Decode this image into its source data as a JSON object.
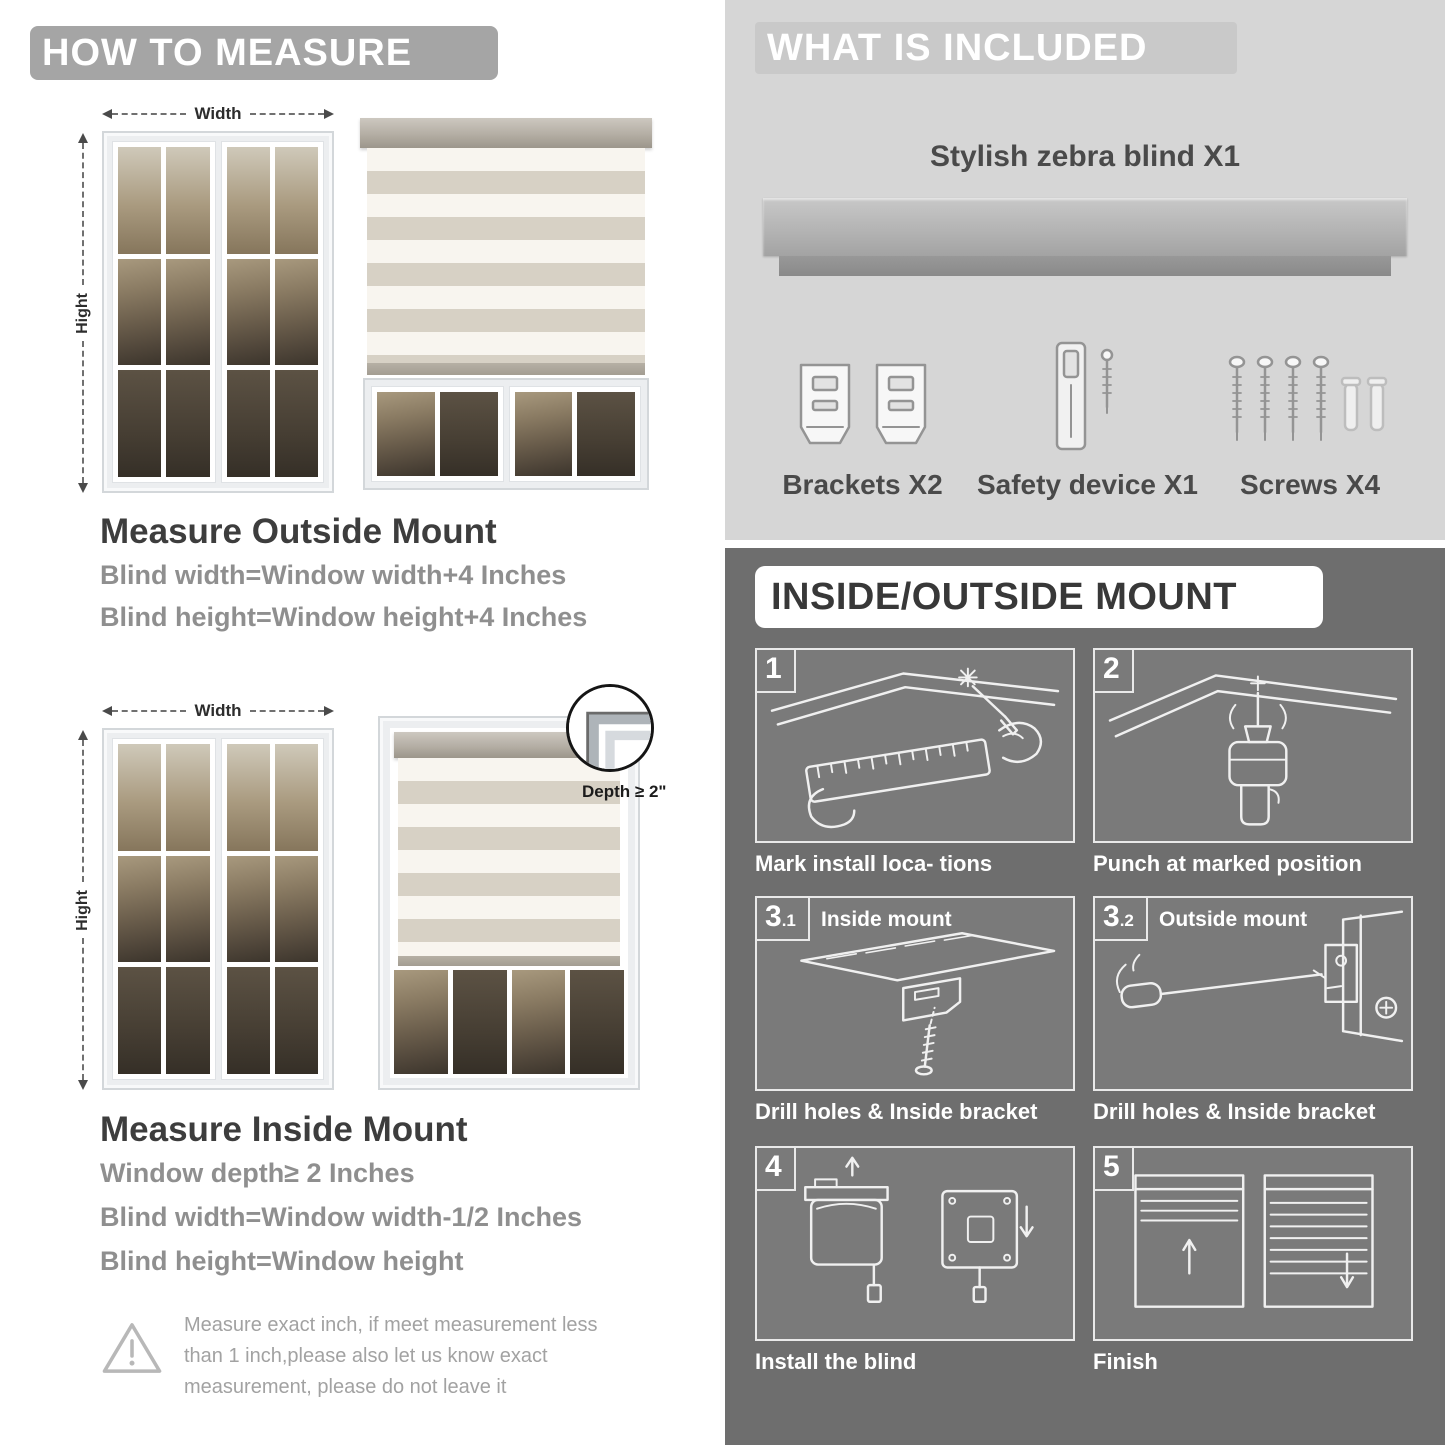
{
  "palette": {
    "header_gray": "#a5a5a5",
    "panel_light": "#d6d6d6",
    "panel_dark": "#6e6e6e",
    "text_dark": "#3d3d3d",
    "text_gray": "#8f8f8f",
    "blind_stripe": "#d7d1c5"
  },
  "left": {
    "header": "HOW TO MEASURE",
    "outside": {
      "width_label": "Width",
      "height_label": "Hight",
      "title": "Measure Outside Mount",
      "lines": [
        "Blind width=Window width+4 Inches",
        "Blind height=Window height+4 Inches"
      ]
    },
    "inside": {
      "width_label": "Width",
      "height_label": "Hight",
      "depth_label": "Depth ≥ 2\"",
      "title": "Measure Inside Mount",
      "lines": [
        "Window depth≥ 2 Inches",
        "Blind width=Window width-1/2 Inches",
        "Blind height=Window height"
      ]
    },
    "note": "Measure exact inch, if meet measurement less than 1 inch,please also let us know exact measurement, please do not leave it"
  },
  "included": {
    "header": "WHAT IS INCLUDED",
    "product": "Stylish zebra blind X1",
    "items": [
      {
        "label": "Brackets X2"
      },
      {
        "label": "Safety device X1"
      },
      {
        "label": "Screws X4"
      }
    ]
  },
  "mount": {
    "header": "INSIDE/OUTSIDE MOUNT",
    "steps": [
      {
        "num": "1",
        "caption": "Mark install loca- tions"
      },
      {
        "num": "2",
        "caption": "Punch at marked position"
      },
      {
        "num": "3",
        "sub": ".1",
        "label": "Inside mount",
        "caption": "Drill holes & Inside bracket"
      },
      {
        "num": "3",
        "sub": ".2",
        "label": "Outside mount",
        "caption": "Drill holes & Inside bracket"
      },
      {
        "num": "4",
        "caption": "Install the blind"
      },
      {
        "num": "5",
        "caption": "Finish"
      }
    ]
  }
}
